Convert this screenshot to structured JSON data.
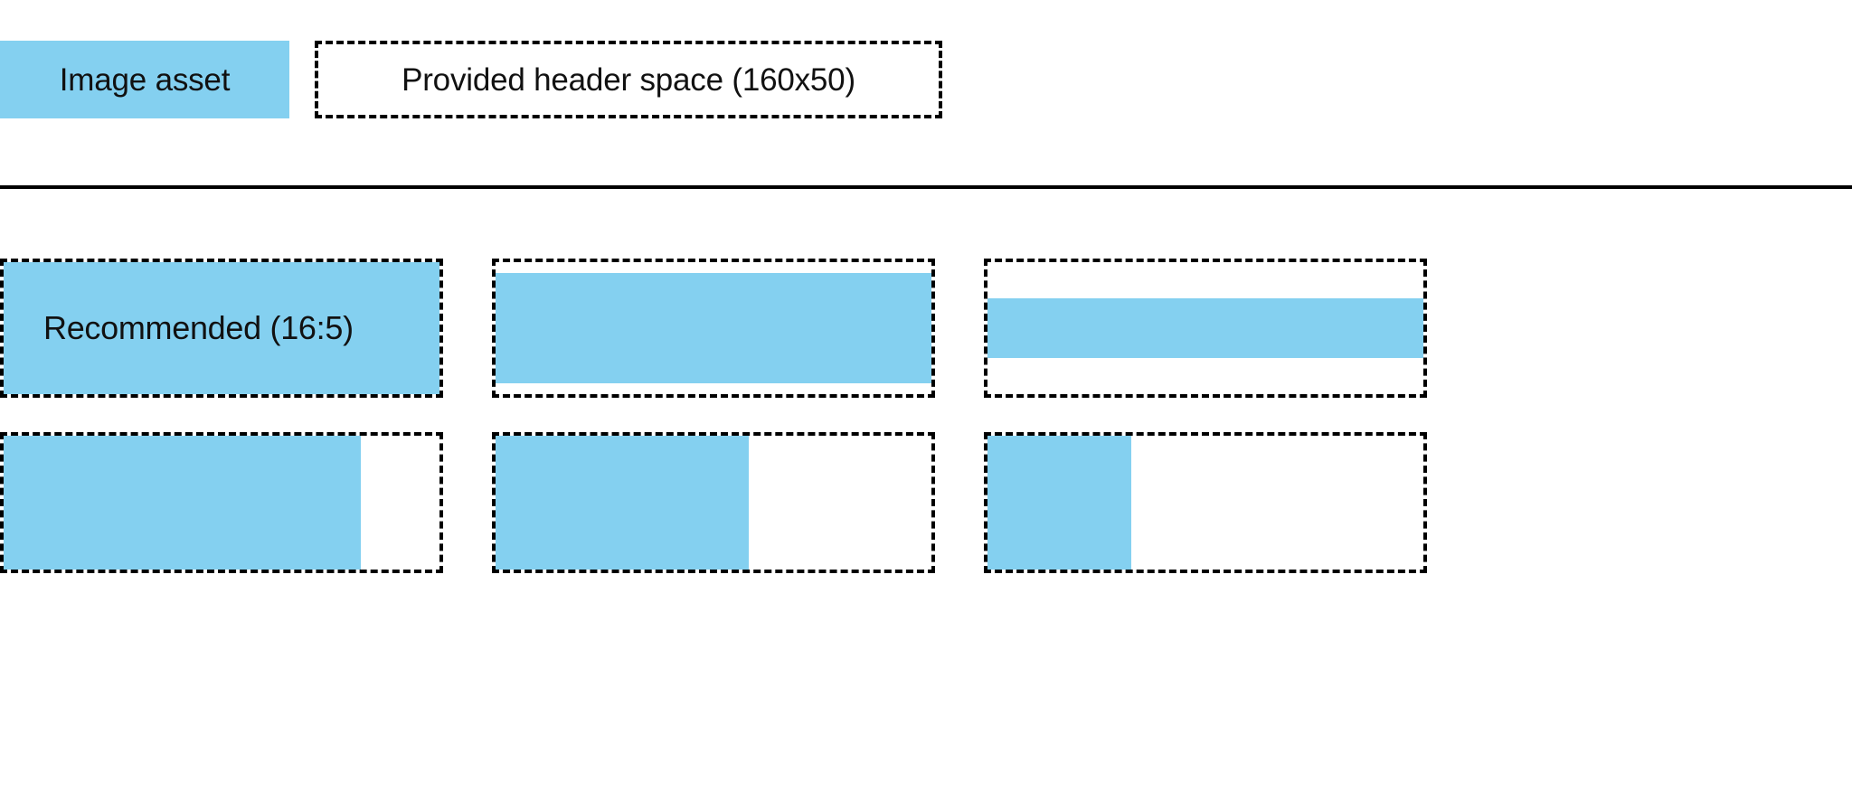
{
  "legend": {
    "swatch_label": "Image asset",
    "swatch_color": "#84d0f0",
    "space_box_label": "Provided header space (160x50)",
    "space_box_border_color": "#000000"
  },
  "divider": {
    "color": "#000000"
  },
  "grid": {
    "recommended_label": "Recommended (16:5)",
    "rows": [
      {
        "name": "aspect-ratio-row",
        "cells": [
          {
            "name": "cell-recommended-16-5",
            "fill": "full",
            "label": "Recommended (16:5)"
          },
          {
            "name": "cell-inset-vertical",
            "fill": "inset-v",
            "label": ""
          },
          {
            "name": "cell-thin-band",
            "fill": "band",
            "label": ""
          }
        ]
      },
      {
        "name": "width-fill-row",
        "cells": [
          {
            "name": "cell-fill-80",
            "fill": "w80",
            "label": ""
          },
          {
            "name": "cell-fill-57",
            "fill": "w57",
            "label": ""
          },
          {
            "name": "cell-fill-33",
            "fill": "w33",
            "label": ""
          }
        ]
      }
    ]
  },
  "colors": {
    "asset_blue": "#84d0f0",
    "outline_black": "#000000",
    "background": "#ffffff"
  }
}
